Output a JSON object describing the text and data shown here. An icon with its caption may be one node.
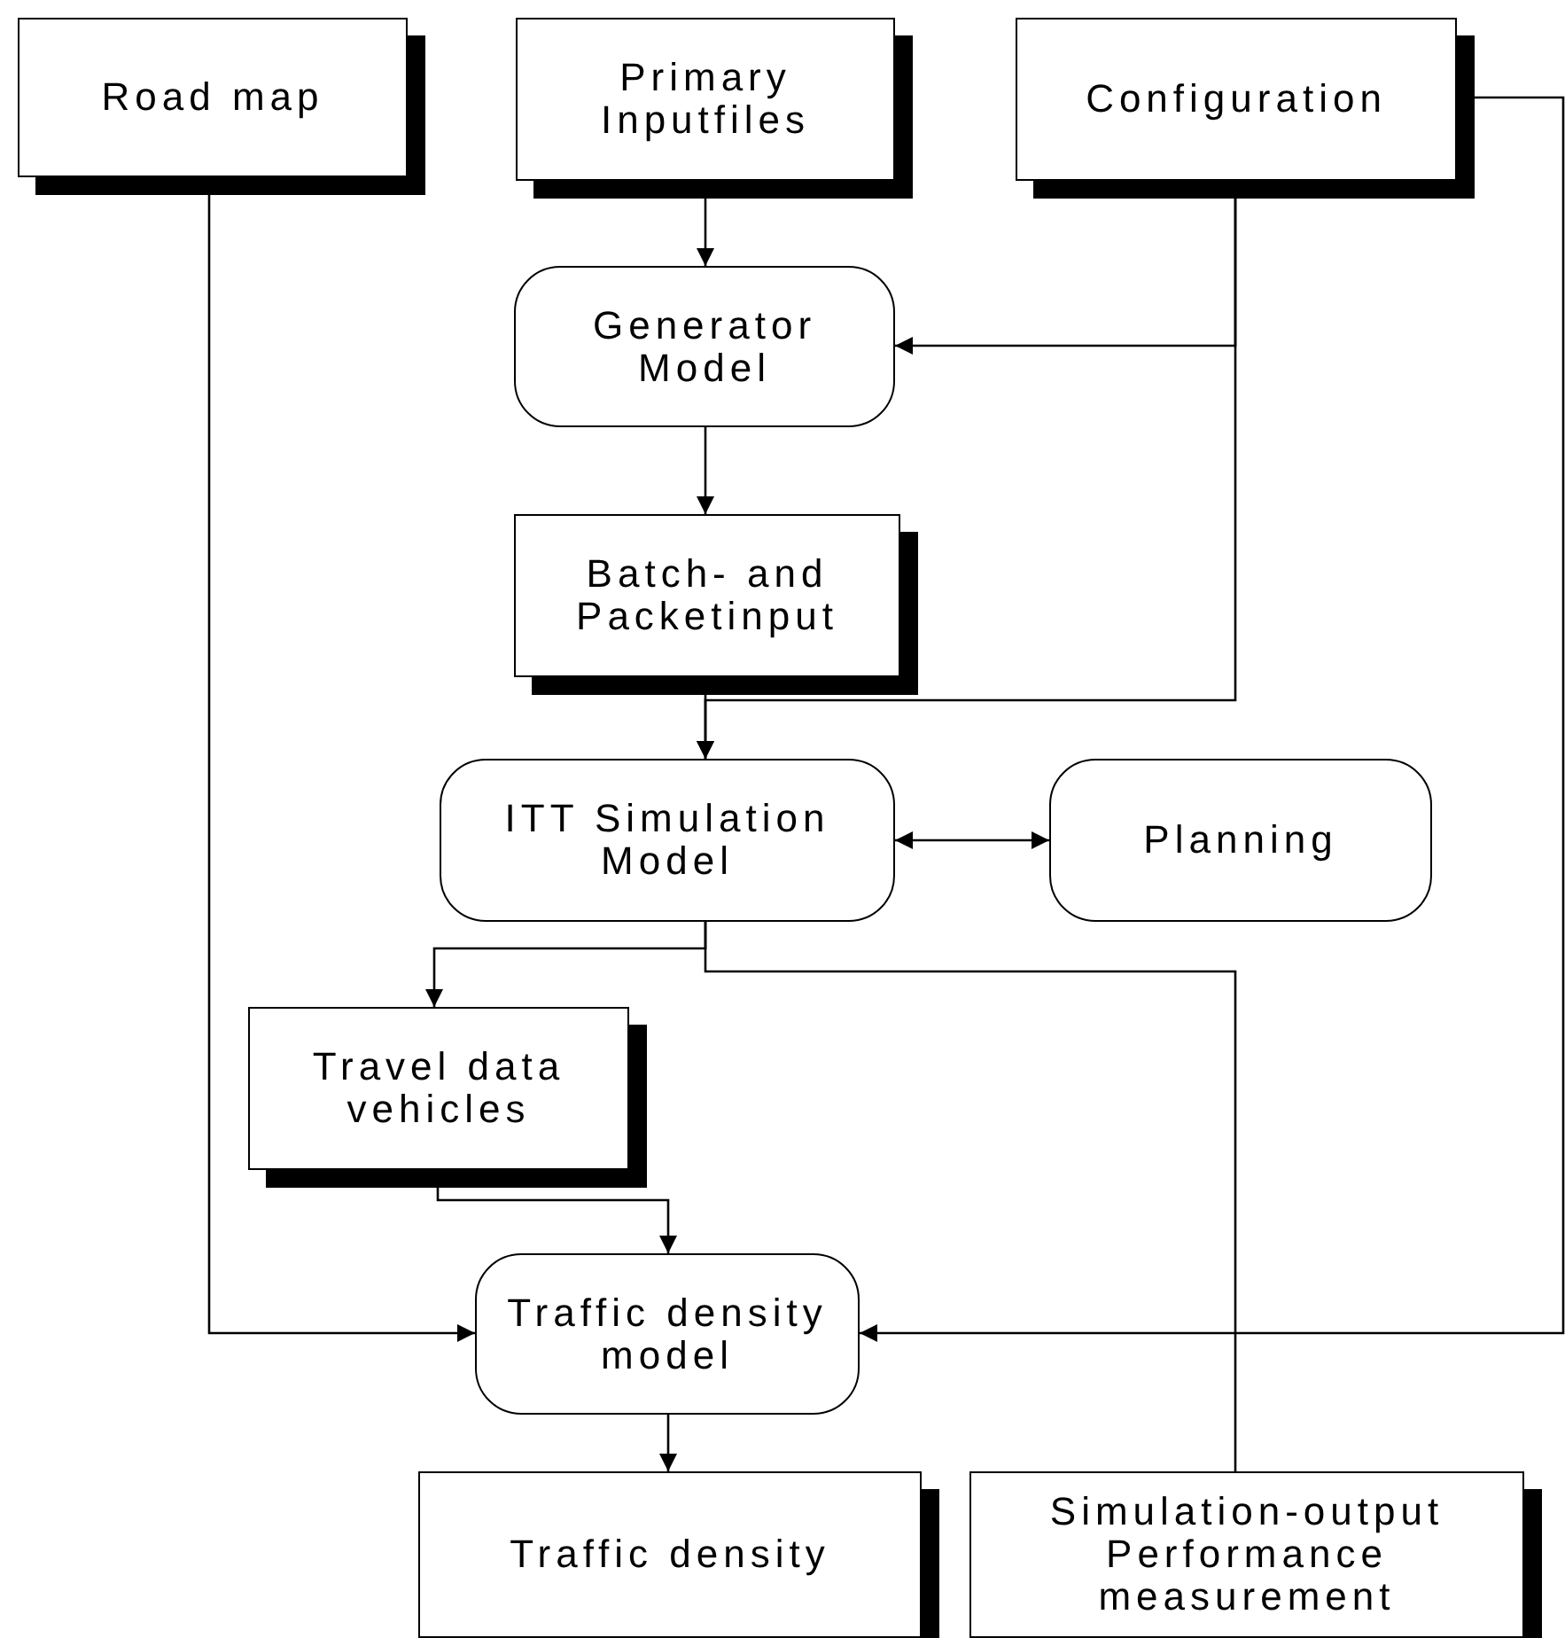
{
  "diagram": {
    "nodes": [
      {
        "text": [
          "Road map"
        ]
      },
      {
        "text": [
          "Primary Inputfiles"
        ]
      },
      {
        "text": [
          "Configuration"
        ]
      },
      {
        "text": [
          "Generator Model"
        ]
      },
      {
        "text": [
          "Batch- and Packetinput"
        ]
      },
      {
        "text": [
          "ITT Simulation Model"
        ]
      },
      {
        "text": [
          "Planning"
        ]
      },
      {
        "text": [
          "Travel data vehicles"
        ]
      },
      {
        "text": [
          "Traffic density model"
        ]
      },
      {
        "text": [
          "Traffic density"
        ]
      },
      {
        "text": [
          "Simulation-output Performance measurement"
        ]
      }
    ],
    "edges": [
      {
        "from": 1,
        "to": 3,
        "arrow": "to"
      },
      {
        "from": 2,
        "to": 3,
        "arrow": "to"
      },
      {
        "from": 2,
        "to": 5,
        "arrow": "to"
      },
      {
        "from": 3,
        "to": 4,
        "arrow": "to"
      },
      {
        "from": 4,
        "to": 5,
        "arrow": "to"
      },
      {
        "from": 5,
        "to": 6,
        "arrow": "both"
      },
      {
        "from": 5,
        "to": 7,
        "arrow": "to"
      },
      {
        "from": 5,
        "to": 10,
        "arrow": "none"
      },
      {
        "from": 7,
        "to": 8,
        "arrow": "to"
      },
      {
        "from": 0,
        "to": 8,
        "arrow": "to"
      },
      {
        "from": 2,
        "to": 8,
        "arrow": "to"
      },
      {
        "from": 8,
        "to": 9,
        "arrow": "to"
      }
    ]
  }
}
